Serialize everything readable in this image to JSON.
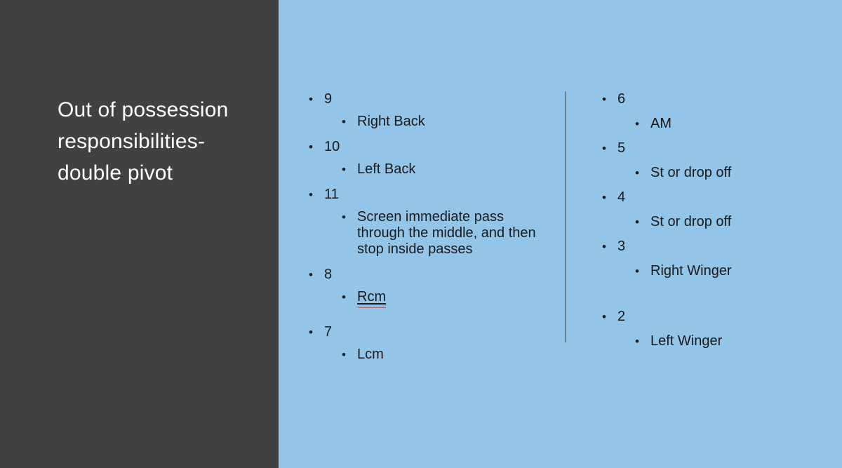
{
  "slide_title": "Out of possession responsibilities- double pivot",
  "colors": {
    "panel": "#3F4142",
    "background": "#92C5E8",
    "text": "#1A1A1A",
    "title_text": "#FFFFFF",
    "divider": "#6E8296",
    "spellcheck": "#C0392B"
  },
  "bullet_glyph": "•",
  "columns": [
    {
      "name": "left-list",
      "items": [
        {
          "level": 1,
          "text": "9"
        },
        {
          "level": 2,
          "text": "Right Back"
        },
        {
          "level": 1,
          "text": "10"
        },
        {
          "level": 2,
          "text": "Left Back"
        },
        {
          "level": 1,
          "text": "11"
        },
        {
          "level": 2,
          "text": "Screen immediate pass through the middle, and then stop inside passes"
        },
        {
          "level": 1,
          "text": "8"
        },
        {
          "level": 2,
          "text": "Rcm",
          "spellcheck_underline": true
        },
        {
          "level": 0,
          "text": ""
        },
        {
          "level": 1,
          "text": "7"
        },
        {
          "level": 2,
          "text": "Lcm"
        }
      ]
    },
    {
      "name": "right-list",
      "items": [
        {
          "level": 1,
          "text": "6"
        },
        {
          "level": 2,
          "text": "AM"
        },
        {
          "level": 1,
          "text": "5"
        },
        {
          "level": 2,
          "text": "St or drop off"
        },
        {
          "level": 1,
          "text": "4"
        },
        {
          "level": 2,
          "text": "St or drop off"
        },
        {
          "level": 1,
          "text": "3"
        },
        {
          "level": 2,
          "text": "Right Winger"
        },
        {
          "level": 0,
          "text": ""
        },
        {
          "level": 1,
          "text": "2"
        },
        {
          "level": 2,
          "text": "Left Winger"
        }
      ]
    }
  ]
}
